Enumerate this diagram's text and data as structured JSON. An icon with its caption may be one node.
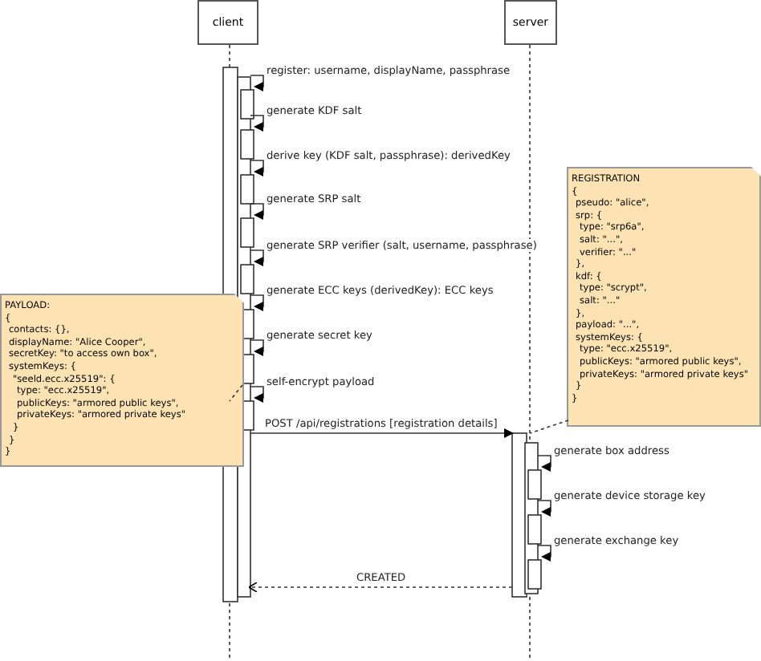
{
  "diagram": {
    "nodes": [
      {
        "text": [
          "client"
        ]
      },
      {
        "text": [
          "server"
        ]
      },
      {
        "text": [
          "PAYLOAD:",
          "{",
          "contacts: {},",
          "displayName: \"Alice Cooper\",",
          "secretKey: \"to access own box\",",
          "systemKeys: {",
          "\"seeld.ecc.x25519\": {",
          "type: \"ecc.x25519\",",
          "publicKeys: \"armored public keys\",",
          "privateKeys: \"armored private keys\"",
          "}",
          "}",
          "}"
        ]
      },
      {
        "text": [
          "REGISTRATION",
          "{",
          "pseudo: \"alice\",",
          "srp: {",
          "type: \"srp6a\",",
          "salt: \"...\",",
          "verifier: \"...\"",
          "},",
          "kdf: {",
          "type: \"scrypt\",",
          "salt: \"...\"",
          "},",
          "payload: \"...\",",
          "systemKeys: {",
          "type: \"ecc.x25519\",",
          "publicKeys: \"armored public keys\",",
          "privateKeys: \"armored private keys\"",
          "}",
          "}"
        ]
      }
    ],
    "edges": [
      {
        "from": 0,
        "to": 0,
        "arrow": "to",
        "label": "register: username, displayName, passphrase"
      },
      {
        "from": 0,
        "to": 0,
        "arrow": "to",
        "label": "generate KDF salt"
      },
      {
        "from": 0,
        "to": 0,
        "arrow": "to",
        "label": "derive key (KDF salt, passphrase): derivedKey"
      },
      {
        "from": 0,
        "to": 0,
        "arrow": "to",
        "label": "generate SRP salt"
      },
      {
        "from": 0,
        "to": 0,
        "arrow": "to",
        "label": "generate SRP verifier (salt, username, passphrase)"
      },
      {
        "from": 0,
        "to": 0,
        "arrow": "to",
        "label": "generate ECC keys (derivedKey): ECC keys"
      },
      {
        "from": 0,
        "to": 0,
        "arrow": "to",
        "label": "generate secret key"
      },
      {
        "from": 0,
        "to": 0,
        "arrow": "to",
        "label": "self-encrypt payload"
      },
      {
        "from": 0,
        "to": 1,
        "arrow": "to",
        "label": "POST /api/registrations [registration details]"
      },
      {
        "from": 1,
        "to": 1,
        "arrow": "to",
        "label": "generate box address"
      },
      {
        "from": 1,
        "to": 1,
        "arrow": "to",
        "label": "generate device storage key"
      },
      {
        "from": 1,
        "to": 1,
        "arrow": "to",
        "label": "generate exchange key"
      },
      {
        "from": 1,
        "to": 0,
        "arrow": "to",
        "label": "CREATED",
        "style": "dashed"
      },
      {
        "from": 2,
        "to": 0,
        "arrow": "none",
        "style": "dashed"
      },
      {
        "from": 3,
        "to": 1,
        "arrow": "none",
        "style": "dashed"
      }
    ]
  }
}
